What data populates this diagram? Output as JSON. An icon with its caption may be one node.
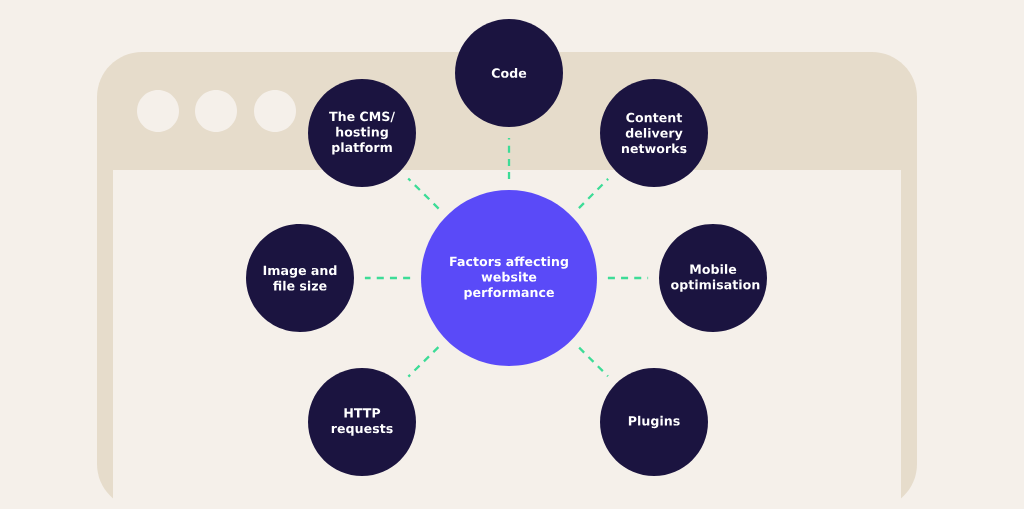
{
  "diagram": {
    "nodes": [
      {
        "text": [
          "Factors affecting website performance"
        ]
      },
      {
        "text": [
          "Code"
        ]
      },
      {
        "text": [
          "Content delivery networks"
        ]
      },
      {
        "text": [
          "Mobile optimisation"
        ]
      },
      {
        "text": [
          "Plugins"
        ]
      },
      {
        "text": [
          "HTTP requests"
        ]
      },
      {
        "text": [
          "Image and file size"
        ]
      },
      {
        "text": [
          "The CMS/ hosting platform"
        ]
      }
    ],
    "edges": [
      {
        "from": 0,
        "to": 1,
        "arrow": "none",
        "style": "dashed"
      },
      {
        "from": 0,
        "to": 2,
        "arrow": "none",
        "style": "dashed"
      },
      {
        "from": 0,
        "to": 3,
        "arrow": "none",
        "style": "dashed"
      },
      {
        "from": 0,
        "to": 4,
        "arrow": "none",
        "style": "dashed"
      },
      {
        "from": 0,
        "to": 5,
        "arrow": "none",
        "style": "dashed"
      },
      {
        "from": 0,
        "to": 6,
        "arrow": "none",
        "style": "dashed"
      },
      {
        "from": 0,
        "to": 7,
        "arrow": "none",
        "style": "dashed"
      }
    ]
  }
}
